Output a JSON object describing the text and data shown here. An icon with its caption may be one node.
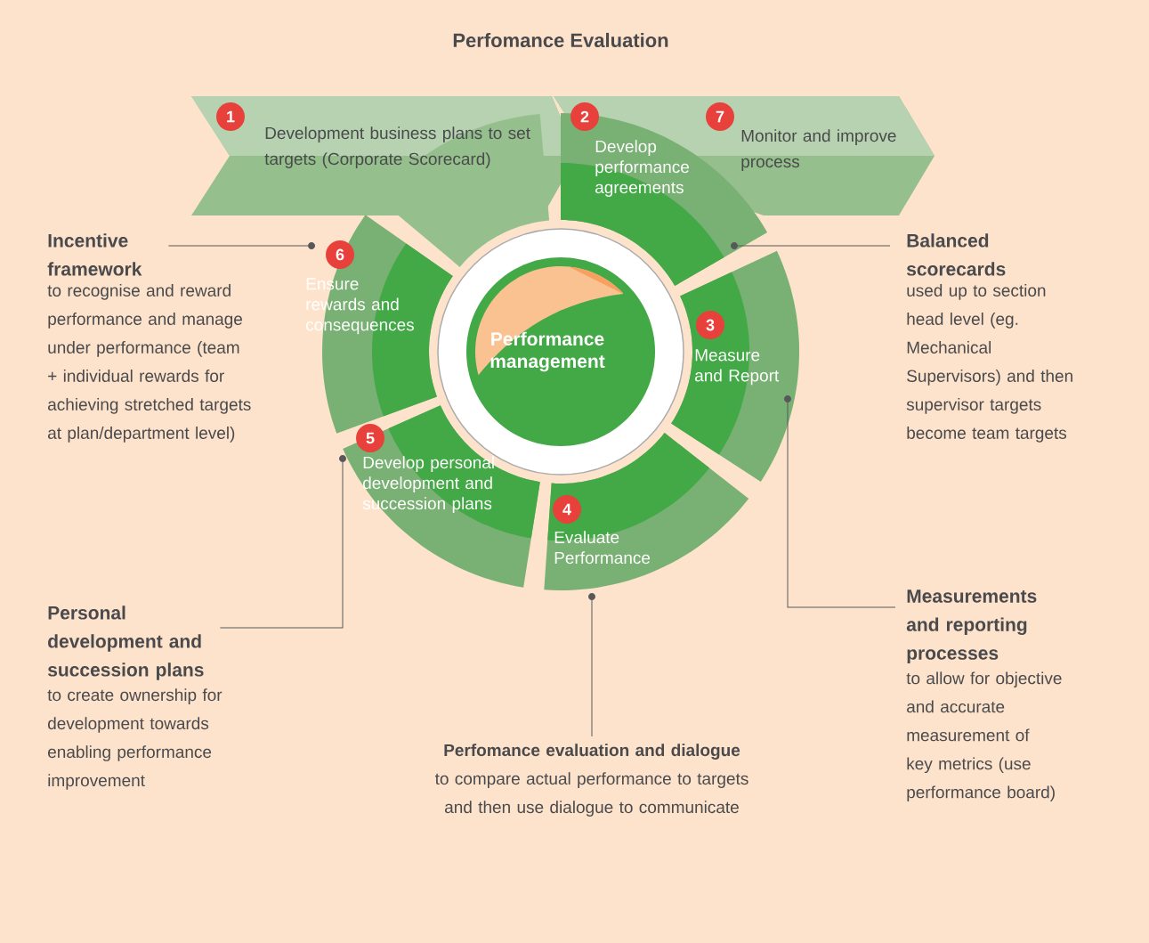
{
  "diagram": {
    "title": "Perfomance Evaluation",
    "nodes": [
      {
        "text": [
          "1",
          "Development business plans to set targets (Corporate Scorecard)"
        ]
      },
      {
        "text": [
          "7",
          "Monitor and improve process"
        ]
      },
      {
        "text": [
          "2",
          "Develop performance agreements"
        ]
      },
      {
        "text": [
          "6",
          "Ensure rewards and consequences"
        ]
      },
      {
        "text": [
          "Performance management"
        ]
      },
      {
        "text": [
          "3",
          "Measure and Report"
        ]
      },
      {
        "text": [
          "5",
          "Develop personal development and succession plans"
        ]
      },
      {
        "text": [
          "4",
          "Evaluate Performance"
        ]
      },
      {
        "text": [
          "Incentive framework",
          "to recognise and reward performance and manage under performance (team + individual rewards for achieving stretched targets at plan/department level)"
        ]
      },
      {
        "text": [
          "Balanced scorecards",
          "used up to section head level (eg. Mechanical Supervisors) and then supervisor targets become team targets"
        ]
      },
      {
        "text": [
          "Measurements and reporting processes",
          "to allow for objective and accurate measurement of key metrics (use performance board)"
        ]
      },
      {
        "text": [
          "Personal development and succession plans",
          "to create ownership for development towards enabling performance improvement"
        ]
      },
      {
        "text": [
          "**Perfomance evaluation and dialogue** to compare actual performance to targets and then use dialogue to communicate"
        ]
      }
    ],
    "edges": [
      {
        "from": 8,
        "to": 3,
        "arrow": "none"
      },
      {
        "from": 9,
        "to": 2,
        "arrow": "none"
      },
      {
        "from": 10,
        "to": 5,
        "arrow": "none"
      },
      {
        "from": 12,
        "to": 7,
        "arrow": "none"
      },
      {
        "from": 11,
        "to": 6,
        "arrow": "none"
      }
    ]
  }
}
